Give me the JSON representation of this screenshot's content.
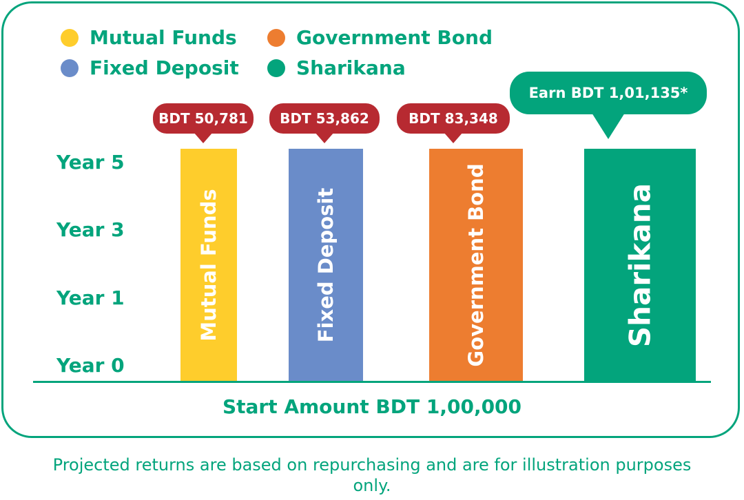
{
  "chart_data": {
    "type": "bar",
    "categories": [
      "Mutual Funds",
      "Fixed Deposit",
      "Government Bond",
      "Sharikana"
    ],
    "legend": [
      {
        "name": "Mutual Funds",
        "color": "#fecd2c"
      },
      {
        "name": "Government Bond",
        "color": "#ed7d30"
      },
      {
        "name": "Fixed Deposit",
        "color": "#6a8cc9"
      },
      {
        "name": "Sharikana",
        "color": "#03a47c"
      }
    ],
    "y_ticks": [
      "Year 5",
      "Year 3",
      "Year 1",
      "Year 0"
    ],
    "bars": [
      {
        "label": "Mutual Funds",
        "value_label": "BDT 50,781",
        "color": "#fecd2c",
        "years": 5
      },
      {
        "label": "Fixed Deposit",
        "value_label": "BDT 53,862",
        "color": "#6a8cc9",
        "years": 5
      },
      {
        "label": "Government Bond",
        "value_label": "BDT 83,348",
        "color": "#ed7d30",
        "years": 5
      },
      {
        "label": "Sharikana",
        "value_label": "Earn BDT 1,01,135*",
        "color": "#03a47c",
        "years": 5
      }
    ],
    "xlabel": "Start Amount BDT 1,00,000",
    "ylim": [
      0,
      5
    ]
  },
  "footnote": "Projected returns are based on repurchasing and are for illustration purposes only.",
  "colors": {
    "accent": "#03a47c",
    "callout": "#b72a31"
  }
}
